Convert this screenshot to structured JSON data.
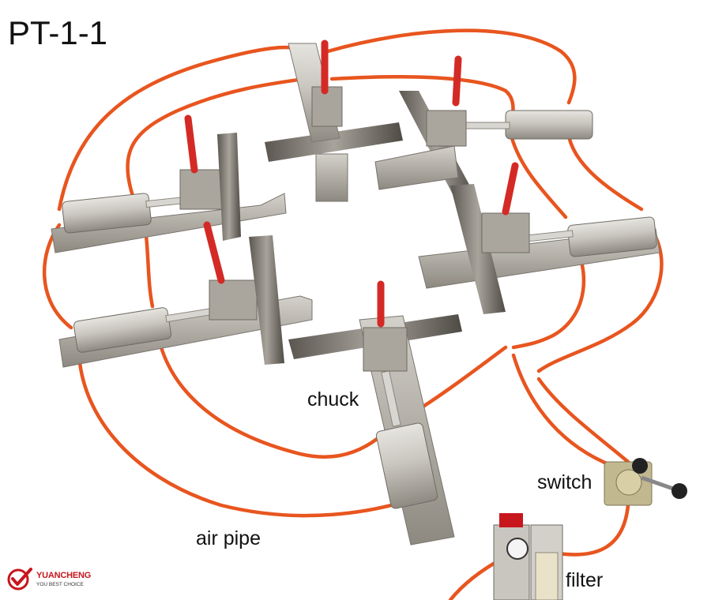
{
  "title": "PT-1-1",
  "labels": {
    "chuck": "chuck",
    "switch": "switch",
    "air_pipe": "air pipe",
    "filter": "filter"
  },
  "logo": {
    "brand": "YUANCHENG",
    "slogan": "YOU BEST CHOICE"
  },
  "colors": {
    "background": "#ffffff",
    "air_pipe": "#e8551f",
    "metal": "#b9b6ae",
    "metal_dark": "#6e6a63",
    "handle": "#d42a25",
    "brand_red": "#c8161d"
  }
}
